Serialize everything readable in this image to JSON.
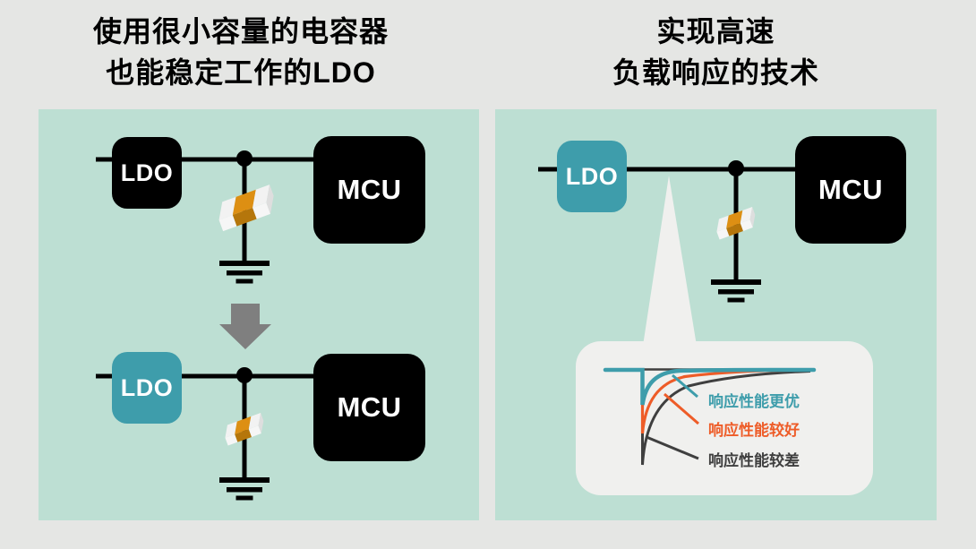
{
  "left_panel": {
    "title": {
      "line1": "使用很小容量的电容器",
      "line2": "也能稳定工作的LDO"
    },
    "circuit_before": {
      "ldo_label": "LDO",
      "mcu_label": "MCU"
    },
    "circuit_after": {
      "ldo_label": "LDO",
      "mcu_label": "MCU"
    }
  },
  "right_panel": {
    "title": {
      "line1": "实现高速",
      "line2": "负载响应的技术"
    },
    "circuit": {
      "ldo_label": "LDO",
      "mcu_label": "MCU"
    },
    "callout_chart": {
      "type": "line",
      "series": [
        {
          "label": "响应性能更优",
          "color": "#3e9dab",
          "dip_rank": 1,
          "recovery_rank": 1
        },
        {
          "label": "响应性能较好",
          "color": "#ee5c28",
          "dip_rank": 2,
          "recovery_rank": 2
        },
        {
          "label": "响应性能较差",
          "color": "#3f3f3f",
          "dip_rank": 3,
          "recovery_rank": 3
        }
      ]
    }
  },
  "colors": {
    "page_background": "#e5e6e4",
    "panel_background": "#bddfd3",
    "box_black": "#000000",
    "ldo_teal": "#3e9dab",
    "accent_orange": "#ee5c28",
    "curve_dark_gray": "#3f3f3f",
    "arrow_gray": "#7f7f7f",
    "capacitor_orange_top": "#dd8f13",
    "capacitor_orange_front": "#b5760b",
    "callout_background": "#f0f0ee"
  }
}
